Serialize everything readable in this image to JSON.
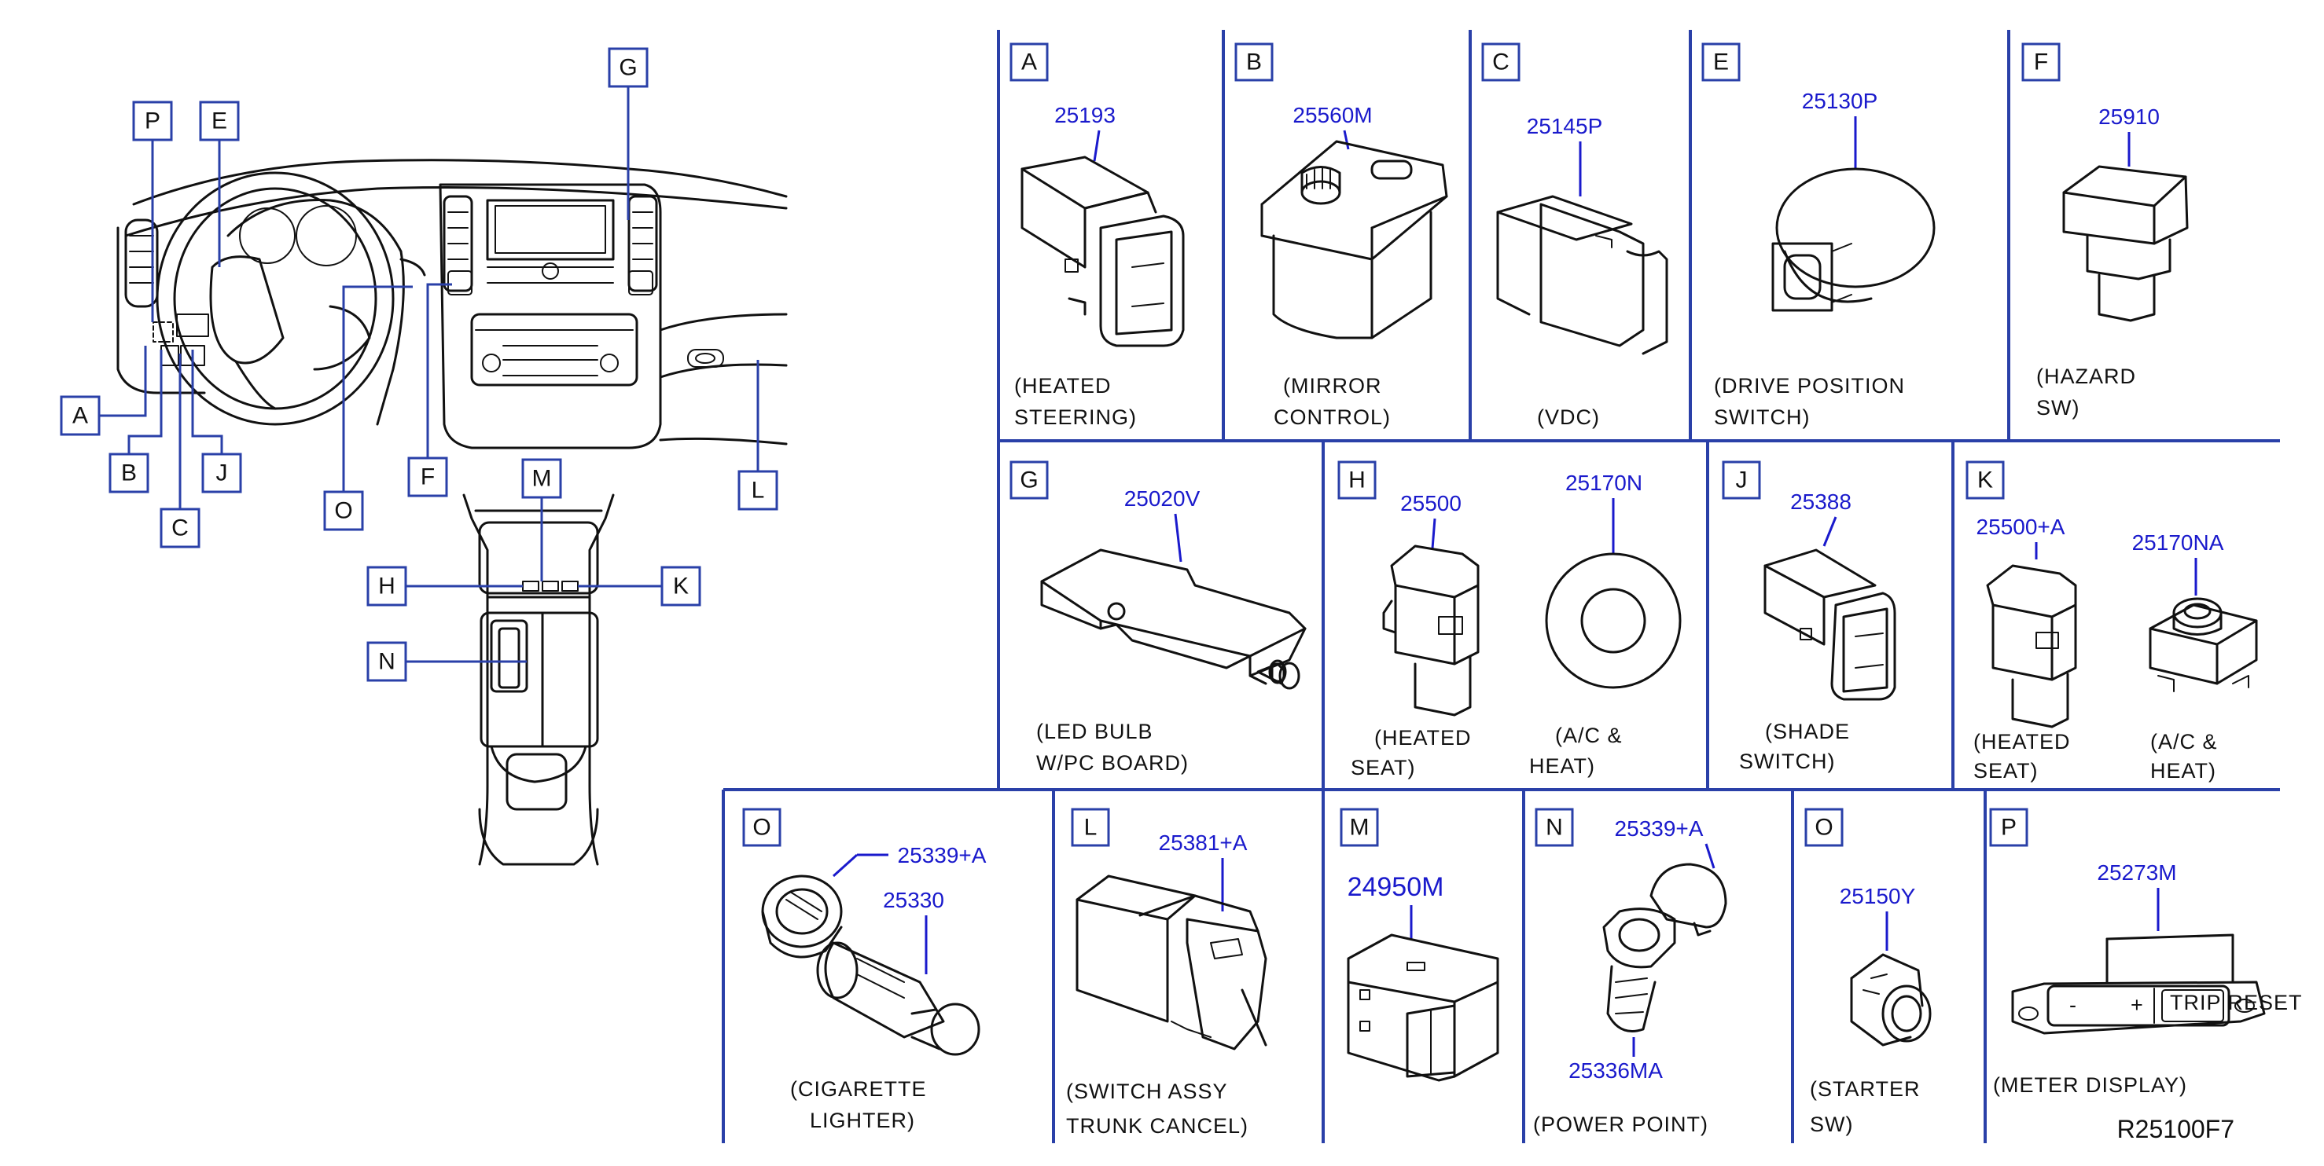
{
  "diagram_code": "R25100F7",
  "overview_callouts": [
    "P",
    "E",
    "G",
    "A",
    "B",
    "C",
    "J",
    "O",
    "F",
    "L",
    "M",
    "H",
    "K",
    "N"
  ],
  "panels": [
    {
      "id": "A",
      "part_numbers": [
        "25193"
      ],
      "caption": [
        "(HEATED",
        "STEERING)"
      ]
    },
    {
      "id": "B",
      "part_numbers": [
        "25560M"
      ],
      "caption": [
        "(MIRROR",
        "CONTROL)"
      ]
    },
    {
      "id": "C",
      "part_numbers": [
        "25145P"
      ],
      "caption": [
        "(VDC)"
      ]
    },
    {
      "id": "E",
      "part_numbers": [
        "25130P"
      ],
      "caption": [
        "(DRIVE   POSITION",
        "SWITCH)"
      ]
    },
    {
      "id": "F",
      "part_numbers": [
        "25910"
      ],
      "caption": [
        "(HAZARD",
        "SW)"
      ]
    },
    {
      "id": "G",
      "part_numbers": [
        "25020V"
      ],
      "caption": [
        "(LED   BULB",
        "W/PC   BOARD)"
      ]
    },
    {
      "id": "H",
      "part_numbers": [
        "25500",
        "25170N"
      ],
      "caption": [
        "(HEATED",
        "SEAT)"
      ],
      "caption2": [
        "(A/C    &",
        "HEAT)"
      ]
    },
    {
      "id": "J",
      "part_numbers": [
        "25388"
      ],
      "caption": [
        "(SHADE",
        "SWITCH)"
      ]
    },
    {
      "id": "K",
      "part_numbers": [
        "25500+A",
        "25170NA"
      ],
      "caption": [
        "(HEATED",
        "SEAT)"
      ],
      "caption2": [
        "(A/C    &",
        "HEAT)"
      ]
    },
    {
      "id": "O",
      "part_numbers": [
        "25339+A",
        "25330"
      ],
      "caption": [
        "(CIGARETTE",
        "LIGHTER)"
      ]
    },
    {
      "id": "L",
      "part_numbers": [
        "25381+A"
      ],
      "caption": [
        "(SWITCH   ASSY",
        "TRUNK   CANCEL)"
      ]
    },
    {
      "id": "M",
      "part_numbers": [
        "24950M"
      ],
      "caption": []
    },
    {
      "id": "N",
      "part_numbers": [
        "25339+A",
        "25336MA"
      ],
      "caption": [
        "(POWER   POINT)"
      ]
    },
    {
      "id": "O",
      "part_numbers": [
        "25150Y"
      ],
      "caption": [
        "(STARTER",
        "SW)"
      ]
    },
    {
      "id": "P",
      "part_numbers": [
        "25273M"
      ],
      "caption": [
        "(METER   DISPLAY)"
      ],
      "display_labels": [
        "-",
        "+",
        "TRIP RESET"
      ]
    }
  ]
}
